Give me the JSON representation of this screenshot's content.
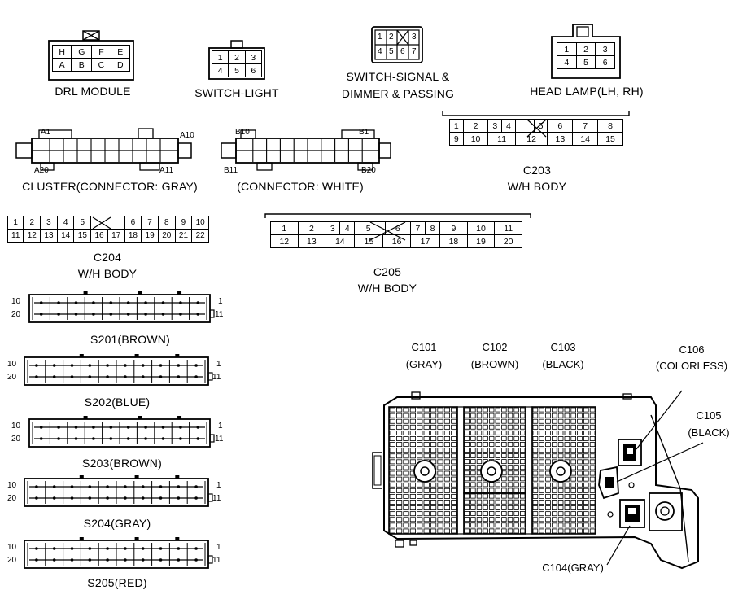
{
  "connectors": {
    "drl": {
      "label": "DRL MODULE",
      "row1": [
        "H",
        "G",
        "F",
        "E"
      ],
      "row2": [
        "A",
        "B",
        "C",
        "D"
      ]
    },
    "switch_light": {
      "label": "SWITCH-LIGHT",
      "row1": [
        "1",
        "2",
        "3"
      ],
      "row2": [
        "4",
        "5",
        "6"
      ]
    },
    "switch_signal": {
      "label_line1": "SWITCH-SIGNAL &",
      "label_line2": "DIMMER & PASSING",
      "row1": [
        "1",
        "2",
        "3"
      ],
      "row2": [
        "4",
        "5",
        "6",
        "7"
      ]
    },
    "head_lamp": {
      "label": "HEAD LAMP(LH, RH)",
      "row1": [
        "1",
        "2",
        "3"
      ],
      "row2": [
        "4",
        "5",
        "6"
      ]
    },
    "cluster_gray": {
      "label": "CLUSTER(CONNECTOR: GRAY)",
      "pin_a1": "A1",
      "pin_a10": "A10",
      "pin_a20": "A20",
      "pin_a11": "A11"
    },
    "cluster_white": {
      "label": "(CONNECTOR: WHITE)",
      "pin_b10": "B10",
      "pin_b1": "B1",
      "pin_b11": "B11",
      "pin_b20": "B20"
    },
    "c203": {
      "name": "C203",
      "sub": "W/H BODY",
      "row1": [
        "1",
        "2",
        "3",
        "4",
        "",
        "5",
        "6",
        "7",
        "8"
      ],
      "row2": [
        "9",
        "10",
        "11",
        "12",
        "13",
        "14",
        "15"
      ]
    },
    "c204": {
      "name": "C204",
      "sub": "W/H BODY",
      "row1": [
        "1",
        "2",
        "3",
        "4",
        "5",
        "",
        "6",
        "7",
        "8",
        "9",
        "10"
      ],
      "row2": [
        "11",
        "12",
        "13",
        "14",
        "15",
        "16",
        "17",
        "18",
        "19",
        "20",
        "21",
        "22"
      ]
    },
    "c205": {
      "name": "C205",
      "sub": "W/H BODY",
      "row1": [
        "1",
        "2",
        "3",
        "4",
        "5",
        "",
        "6",
        "7",
        "8",
        "9",
        "10",
        "11"
      ],
      "row2": [
        "12",
        "13",
        "14",
        "15",
        "16",
        "17",
        "18",
        "19",
        "20"
      ]
    }
  },
  "splices": [
    {
      "label": "S201(BROWN)",
      "n10": "10",
      "n20": "20",
      "n1": "1",
      "n11": "11"
    },
    {
      "label": "S202(BLUE)",
      "n10": "10",
      "n20": "20",
      "n1": "1",
      "n11": "11"
    },
    {
      "label": "S203(BROWN)",
      "n10": "10",
      "n20": "20",
      "n1": "1",
      "n11": "11"
    },
    {
      "label": "S204(GRAY)",
      "n10": "10",
      "n20": "20",
      "n1": "1",
      "n11": "11"
    },
    {
      "label": "S205(RED)",
      "n10": "10",
      "n20": "20",
      "n1": "1",
      "n11": "11"
    }
  ],
  "junction_box": {
    "c101": {
      "name": "C101",
      "color": "(GRAY)"
    },
    "c102": {
      "name": "C102",
      "color": "(BROWN)"
    },
    "c103": {
      "name": "C103",
      "color": "(BLACK)"
    },
    "c106": {
      "name": "C106",
      "color": "(COLORLESS)"
    },
    "c105": {
      "name": "C105",
      "color": "(BLACK)"
    },
    "c104": {
      "name": "C104(GRAY)"
    }
  }
}
